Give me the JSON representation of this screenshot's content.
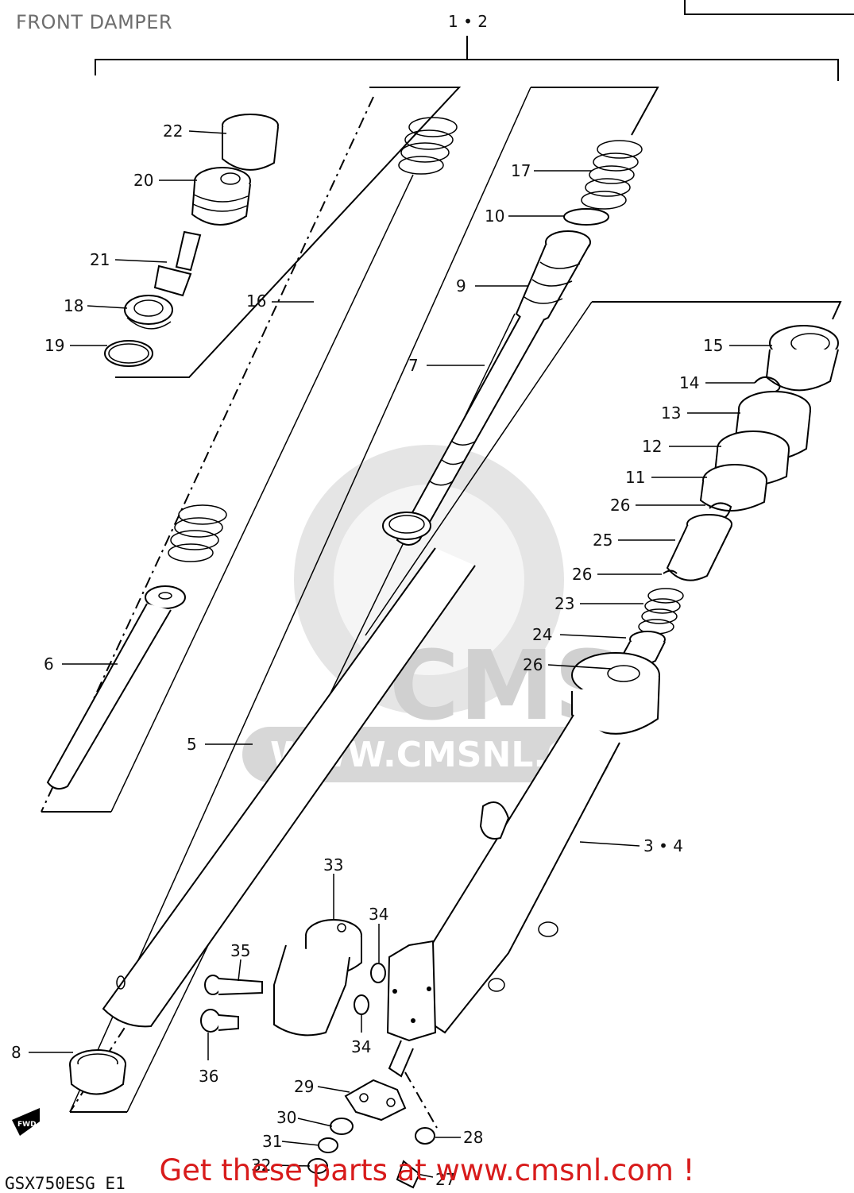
{
  "title": "FRONT DAMPER",
  "model_code": "GSX750ESG E1",
  "footer": "Get these parts at www.cmsnl.com !",
  "watermark": {
    "logo_text": "CMS",
    "url": "WWW.CMSNL.COM"
  },
  "fwd_badge": "FWD",
  "colors": {
    "footer": "#d81b1b",
    "title": "#6e6e6e",
    "watermark": "#d0d0d0"
  },
  "callouts": {
    "c1_2": "1 • 2",
    "c3_4": "3 • 4",
    "c5": "5",
    "c6": "6",
    "c7": "7",
    "c8": "8",
    "c9": "9",
    "c10": "10",
    "c11": "11",
    "c12": "12",
    "c13": "13",
    "c14": "14",
    "c15": "15",
    "c16": "16",
    "c17": "17",
    "c18": "18",
    "c19": "19",
    "c20": "20",
    "c21": "21",
    "c22": "22",
    "c23": "23",
    "c24": "24",
    "c25": "25",
    "c26a": "26",
    "c26b": "26",
    "c26c": "26",
    "c27": "27",
    "c28": "28",
    "c29": "29",
    "c30": "30",
    "c31": "31",
    "c32": "32",
    "c33": "33",
    "c34a": "34",
    "c34b": "34",
    "c35": "35",
    "c36": "36"
  }
}
